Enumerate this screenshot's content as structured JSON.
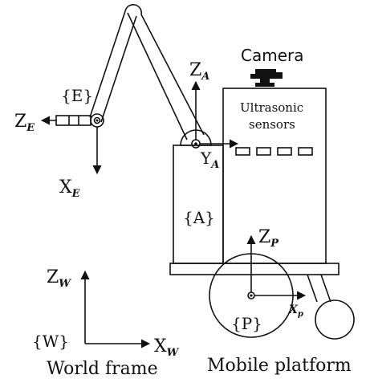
{
  "labels": {
    "camera": "Camera",
    "ultrasonic_line1": "Ultrasonic",
    "ultrasonic_line2": "sensors",
    "frame_E": "{E}",
    "frame_A": "{A}",
    "frame_P": "{P}",
    "frame_W": "{W}",
    "world_frame": "World frame",
    "mobile_platform": "Mobile platform"
  },
  "axes": {
    "ZE": {
      "main": "Z",
      "sub": "E"
    },
    "XE": {
      "main": "X",
      "sub": "E"
    },
    "ZA": {
      "main": "Z",
      "sub": "A"
    },
    "YA": {
      "main": "Y",
      "sub": "A"
    },
    "ZP": {
      "main": "Z",
      "sub": "P"
    },
    "XP": {
      "main": "X",
      "sub": "p"
    },
    "ZW": {
      "main": "Z",
      "sub": "W"
    },
    "XW": {
      "main": "X",
      "sub": "W"
    }
  }
}
